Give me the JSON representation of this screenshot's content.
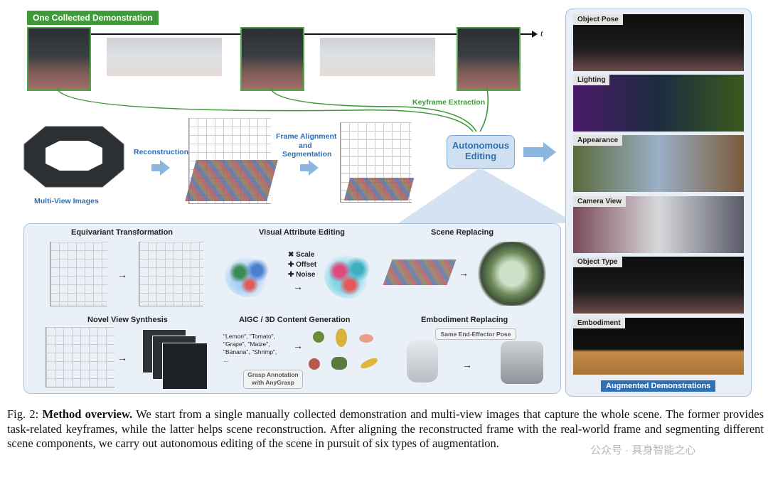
{
  "top": {
    "demo_label": "One Collected Demonstration",
    "time_label": "t",
    "keyframe_label": "Keyframe Extraction"
  },
  "middle": {
    "multiview_label": "Multi-View Images",
    "reconstruction_label": "Reconstruction",
    "align_label_1": "Frame Alignment",
    "align_label_2": "and",
    "align_label_3": "Segmentation",
    "autonomous_1": "Autonomous",
    "autonomous_2": "Editing"
  },
  "panel": {
    "equivariant": "Equivariant Transformation",
    "visual_attr": "Visual Attribute Editing",
    "scene_replacing": "Scene Replacing",
    "novel_view": "Novel View Synthesis",
    "aigc": "AIGC / 3D Content Generation",
    "embodiment_replacing": "Embodiment Replacing",
    "ops": [
      "✖ Scale",
      "✚ Offset",
      "✚ Noise"
    ],
    "prompt_lines": [
      "\"Lemon\", \"Tomato\",",
      "\"Grape\", \"Maize\",",
      "\"Banana\", \"Shrimp\",",
      "..."
    ],
    "grasp_1": "Grasp Annotation",
    "grasp_2": "with AnyGrasp",
    "same_pose": "Same End-Effector Pose"
  },
  "augment": {
    "rows": [
      "Object Pose",
      "Lighting",
      "Appearance",
      "Camera View",
      "Object Type",
      "Embodiment"
    ],
    "footer": "Augmented Demonstrations"
  },
  "caption": {
    "fig": "Fig. 2:",
    "title": "Method overview.",
    "body": "We start from a single manually collected demonstration and multi-view images that capture the whole scene. The former provides task-related keyframes, while the latter helps scene reconstruction. After aligning the reconstructed frame with the real-world frame and segmenting different scene components, we carry out autonomous editing of the scene in pursuit of six types of augmentation."
  },
  "watermark": "公众号 · 具身智能之心",
  "colors": {
    "green": "#3f9a3a",
    "blue": "#2f6fb3",
    "panel_bg": "#e9f0f8",
    "arrow": "#8bb6df"
  }
}
